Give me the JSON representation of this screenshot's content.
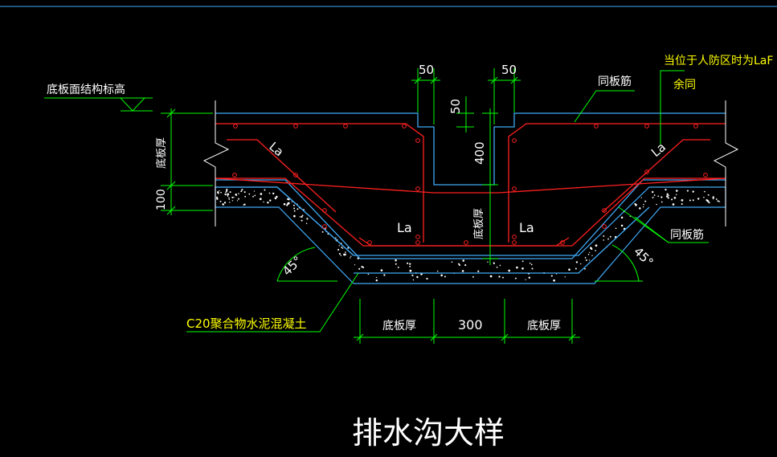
{
  "drawing": {
    "title": "排水沟大样",
    "labels": {
      "slab_top_elevation": "底板面结构标高",
      "slab_thickness": "底板厚",
      "dim_100": "100",
      "dim_50_left": "50",
      "dim_50_right": "50",
      "dim_50_vertical": "50",
      "dim_400": "400",
      "same_as_slab_rebar_top": "同板筋",
      "same_as_slab_rebar_right": "同板筋",
      "civil_defense_note_line1": "当位于人防区时为LaF",
      "civil_defense_note_line2": "余同",
      "la_left_top": "La",
      "la_right_top": "La",
      "la_left_bottom": "La",
      "la_right_bottom": "La",
      "angle_left": "45°",
      "angle_right": "45°",
      "concrete_note": "C20聚合物水泥混凝土",
      "bottom_dim_left": "底板厚",
      "bottom_dim_mid": "300",
      "bottom_dim_right": "底板厚",
      "center_slab_thickness": "底板厚"
    },
    "colors": {
      "background": "#000000",
      "dimension": "#00ff00",
      "rebar": "#ff0000",
      "structure": "#3fa9f5",
      "text": "#ffffff",
      "note_text": "#ffff00",
      "concrete_dots": "#ffffff"
    }
  }
}
